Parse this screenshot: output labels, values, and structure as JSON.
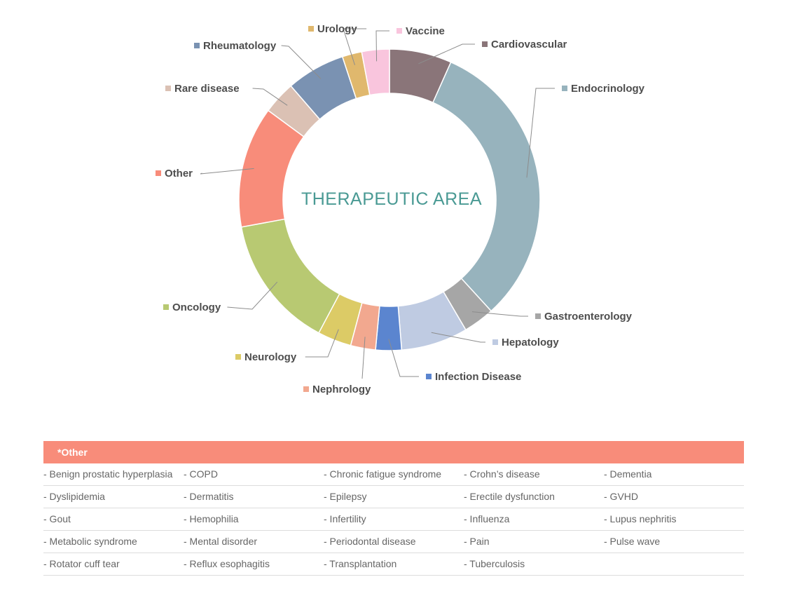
{
  "chart_data": {
    "type": "pie",
    "style": "donut",
    "center_label": "THERAPEUTIC AREA",
    "slices": [
      {
        "name": "Cardiovascular",
        "value": 7,
        "color": "#8a7579"
      },
      {
        "name": "Endocrinology",
        "value": 33,
        "color": "#97b3bd"
      },
      {
        "name": "Gastroenterology",
        "value": 3.5,
        "color": "#a6a6a6"
      },
      {
        "name": "Hepatology",
        "value": 7.5,
        "color": "#bfcbe2"
      },
      {
        "name": "Infection Disease",
        "value": 2.9,
        "color": "#5b85cf"
      },
      {
        "name": "Nephrology",
        "value": 2.8,
        "color": "#f2a88f"
      },
      {
        "name": "Neurology",
        "value": 3.8,
        "color": "#dccb66"
      },
      {
        "name": "Oncology",
        "value": 15,
        "color": "#b8c972"
      },
      {
        "name": "Other",
        "value": 13.6,
        "color": "#f88c7a"
      },
      {
        "name": "Rare disease",
        "value": 3.7,
        "color": "#dbc1b4"
      },
      {
        "name": "Rheumatology",
        "value": 6.6,
        "color": "#7a92b2"
      },
      {
        "name": "Urology",
        "value": 2.2,
        "color": "#e0b86d"
      },
      {
        "name": "Vaccine",
        "value": 3.1,
        "color": "#f9c5dd"
      }
    ]
  },
  "other_table": {
    "title": "*Other",
    "rows": [
      [
        "- Benign prostatic hyperplasia",
        "- COPD",
        "- Chronic fatigue syndrome",
        "- Crohn’s disease",
        "- Dementia"
      ],
      [
        "- Dyslipidemia",
        "- Dermatitis",
        "- Epilepsy",
        "- Erectile dysfunction",
        "- GVHD"
      ],
      [
        "- Gout",
        "- Hemophilia",
        "- Infertility",
        "- Influenza",
        "- Lupus nephritis"
      ],
      [
        "- Metabolic syndrome",
        "- Mental disorder",
        "- Periodontal disease",
        "- Pain",
        "- Pulse wave"
      ],
      [
        "- Rotator cuff tear",
        "- Reflux esophagitis",
        "- Transplantation",
        "- Tuberculosis",
        ""
      ]
    ]
  }
}
